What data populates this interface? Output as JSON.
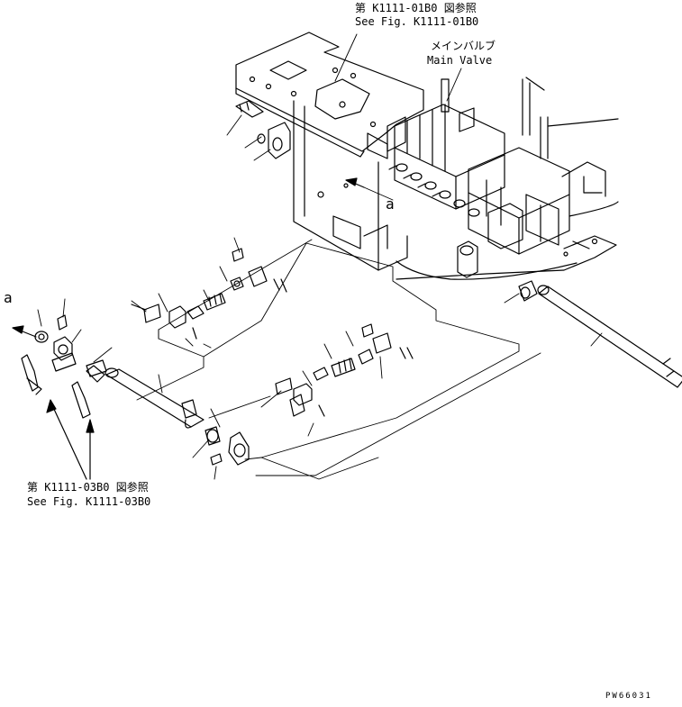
{
  "references": {
    "top": {
      "jp": "第 K1111-01B0 図参照",
      "en": "See Fig. K1111-01B0"
    },
    "valve": {
      "jp": "メインバルブ",
      "en": "Main Valve"
    },
    "bottom": {
      "jp": "第 K1111-03B0 図参照",
      "en": "See Fig. K1111-03B0"
    }
  },
  "markers": {
    "a_left": "a",
    "a_center": "a"
  },
  "figure_code": "PW66031"
}
